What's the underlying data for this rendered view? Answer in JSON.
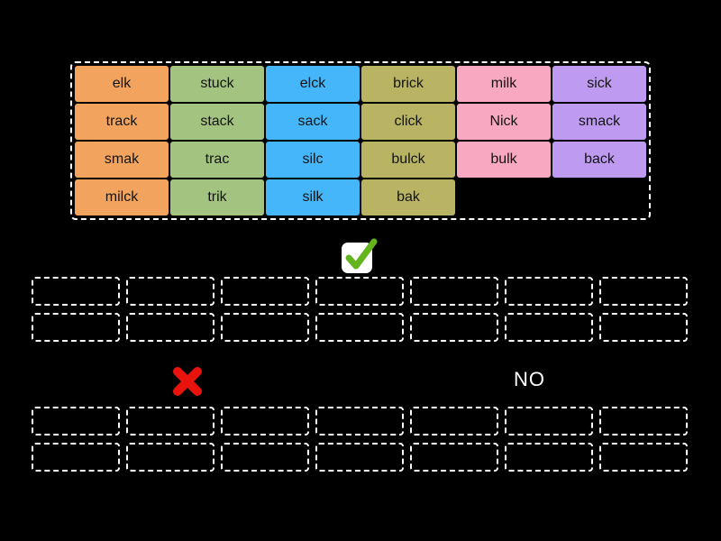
{
  "palette": {
    "orange": "#F2A45F",
    "green": "#A3C481",
    "blue": "#45B6F9",
    "olive": "#B9B464",
    "pink": "#F9A8C2",
    "purple": "#BE9BF0"
  },
  "icon_colors": {
    "check_green": "#64B41E",
    "cross_red": "#E8130C",
    "badge_white": "#FFFFFF"
  },
  "pool": {
    "tiles": [
      {
        "label": "elk",
        "color": "orange"
      },
      {
        "label": "stuck",
        "color": "green"
      },
      {
        "label": "elck",
        "color": "blue"
      },
      {
        "label": "brick",
        "color": "olive"
      },
      {
        "label": "milk",
        "color": "pink"
      },
      {
        "label": "sick",
        "color": "purple"
      },
      {
        "label": "track",
        "color": "orange"
      },
      {
        "label": "stack",
        "color": "green"
      },
      {
        "label": "sack",
        "color": "blue"
      },
      {
        "label": "click",
        "color": "olive"
      },
      {
        "label": "Nick",
        "color": "pink"
      },
      {
        "label": "smack",
        "color": "purple"
      },
      {
        "label": "smak",
        "color": "orange"
      },
      {
        "label": "trac",
        "color": "green"
      },
      {
        "label": "silc",
        "color": "blue"
      },
      {
        "label": "bulck",
        "color": "olive"
      },
      {
        "label": "bulk",
        "color": "pink"
      },
      {
        "label": "back",
        "color": "purple"
      },
      {
        "label": "milck",
        "color": "orange"
      },
      {
        "label": "trik",
        "color": "green"
      },
      {
        "label": "silk",
        "color": "blue"
      },
      {
        "label": "bak",
        "color": "olive"
      }
    ]
  },
  "groups": [
    {
      "name": "correct",
      "icon": "check-icon",
      "label": "",
      "slot_count": 14
    },
    {
      "name": "incorrect",
      "icon": "cross-icon",
      "label": "NO",
      "slot_count": 14
    }
  ]
}
